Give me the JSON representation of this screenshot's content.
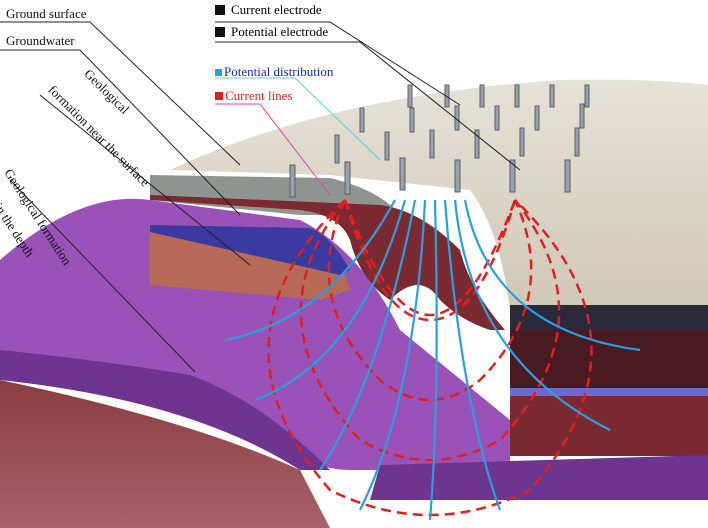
{
  "legend": {
    "current_electrode": "Current electrode",
    "potential_electrode": "Potential electrode",
    "potential_distribution": "Potential distribution",
    "current_lines": "Current lines"
  },
  "labels": {
    "ground_surface": "Ground surface",
    "groundwater": "Groundwater",
    "near_surface_1": "Geological",
    "near_surface_2": "formation near the surface",
    "depth_1": "Geological formation",
    "depth_2": "in the depth"
  },
  "colors": {
    "electrode_marker": "#111111",
    "potential_distribution": "#2a9fe0",
    "potential_text": "#1a2a9a",
    "current_lines": "#e02020"
  }
}
